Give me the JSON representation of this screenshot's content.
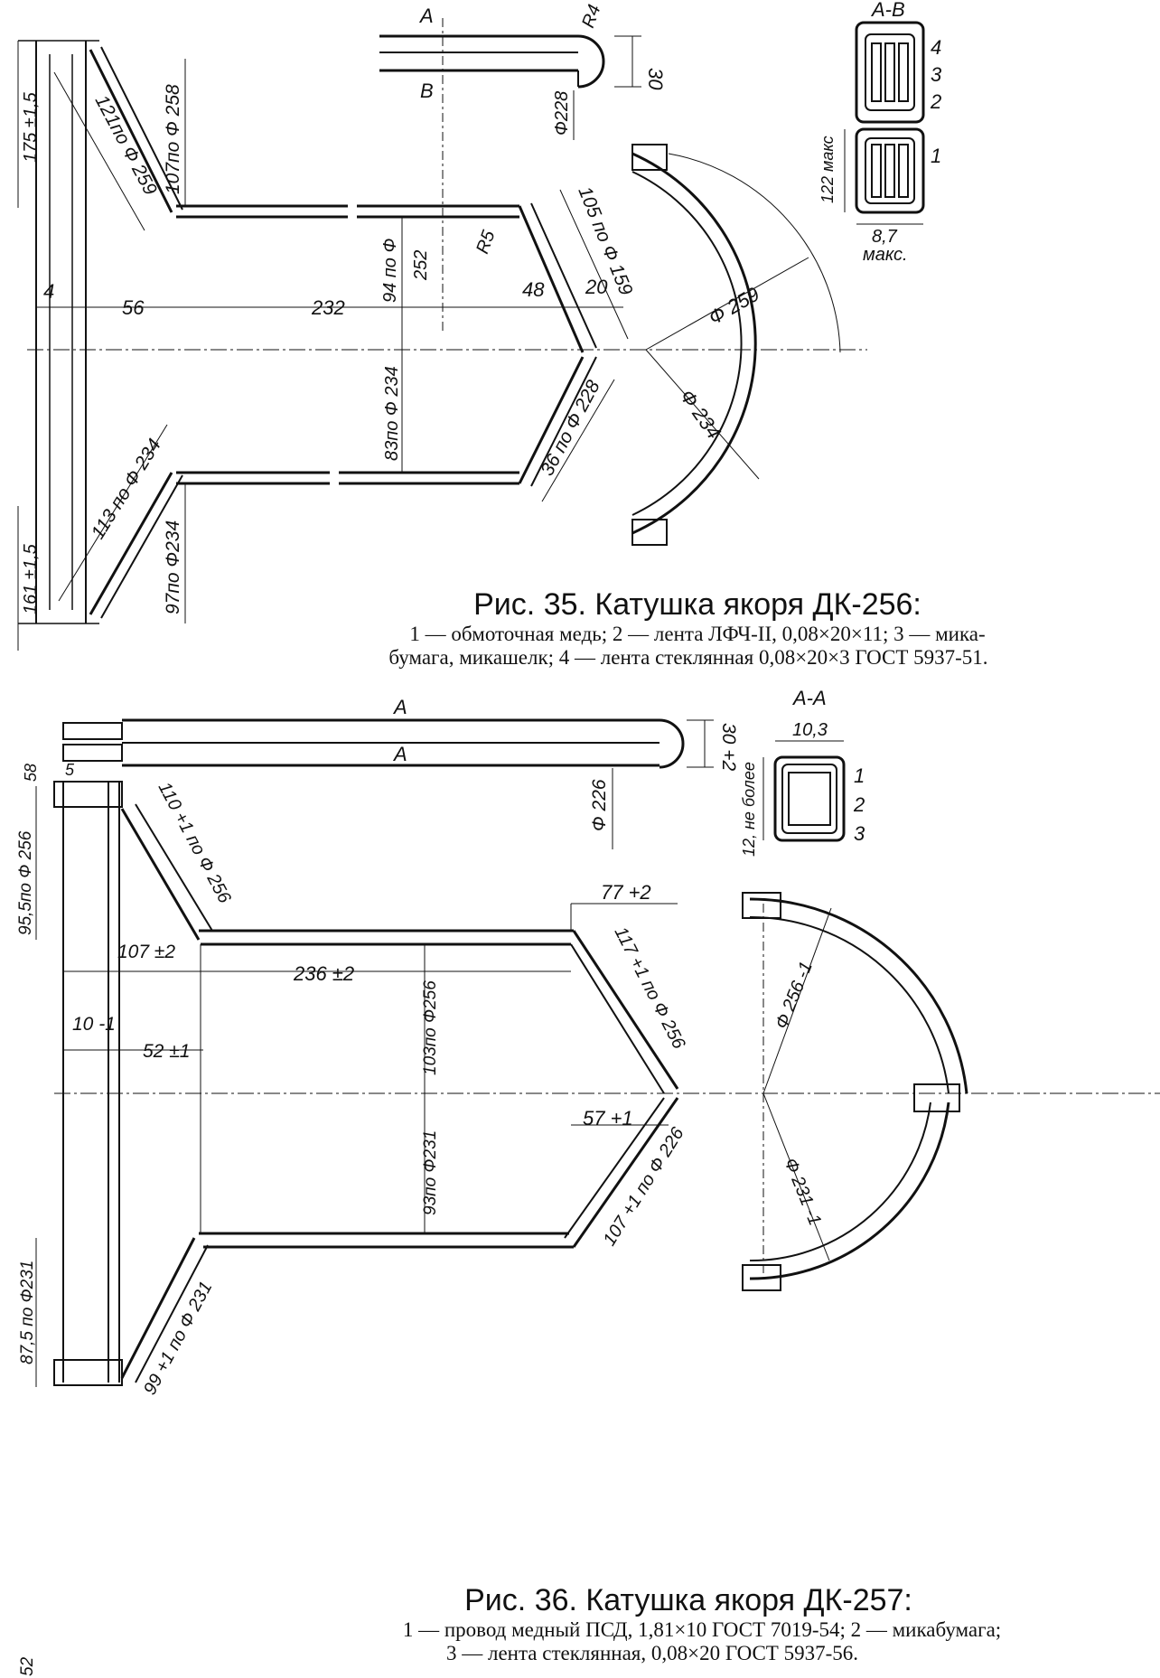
{
  "fig35": {
    "title": "Рис. 35. Катушка якоря ДК-256:",
    "legend_line1": "1 — обмоточная медь; 2 — лента ЛФЧ-II, 0,08×20×11; 3 — мика-",
    "legend_line2": "бумага, микашелк; 4 — лента стеклянная 0,08×20×3 ГОСТ 5937-51.",
    "section": "А-В",
    "section_top": "А",
    "section_bottom": "В",
    "dims": {
      "d175": "175 ±1,5",
      "d121": "121по Ф 259",
      "d107": "107по Ф 258",
      "r4": "R4",
      "d30": "30",
      "d228": "Ф228",
      "d105": "105 по Ф 159",
      "r5": "R5",
      "d94": "94 по Ф",
      "d252": "252",
      "d4": "4",
      "d56": "56",
      "d232": "232",
      "d48": "48",
      "d20": "20",
      "d259": "Ф 259",
      "d234": "Ф 234",
      "d83": "83по Ф 234",
      "d36": "36 по Ф 228",
      "d113": "113 по Ф 234",
      "d97": "97по Ф234",
      "d161": "161 ±1,5",
      "d122": "122 макс",
      "d87": "8,7",
      "maks": "макс."
    },
    "parts": [
      "1",
      "2",
      "3",
      "4"
    ]
  },
  "fig36": {
    "title": "Рис. 36. Катушка якоря ДК-257:",
    "legend_line1": "1 — провод медный ПСД, 1,81×10 ГОСТ 7019-54; 2 — микабумага;",
    "legend_line2": "3 — лента стеклянная, 0,08×20 ГОСТ 5937-56.",
    "section": "А-А",
    "section_top": "А",
    "section_bottom": "А",
    "dims": {
      "d30": "30 +2",
      "d226": "Ф 226",
      "d103w": "10,3",
      "d12": "12, не более",
      "d58": "58",
      "d5": "5",
      "d110": "110 +1 по Ф 256",
      "d955": "95,5по Ф 256",
      "d107": "107 ±2",
      "d236": "236 ±2",
      "d77": "77 +2",
      "d117": "117 +1 по Ф 256",
      "d10": "10 -1",
      "d52": "52 ±1",
      "d103": "103по Ф256",
      "d256b": "Ф 256 -1",
      "d57": "57 +1",
      "d93": "93по Ф231",
      "d107b": "107 +1 по Ф 226",
      "d231b": "Ф 231 -1",
      "d875": "87,5 по Ф231",
      "d99": "99 +1 по Ф 231",
      "d52b": "52"
    },
    "parts": [
      "1",
      "2",
      "3"
    ]
  }
}
